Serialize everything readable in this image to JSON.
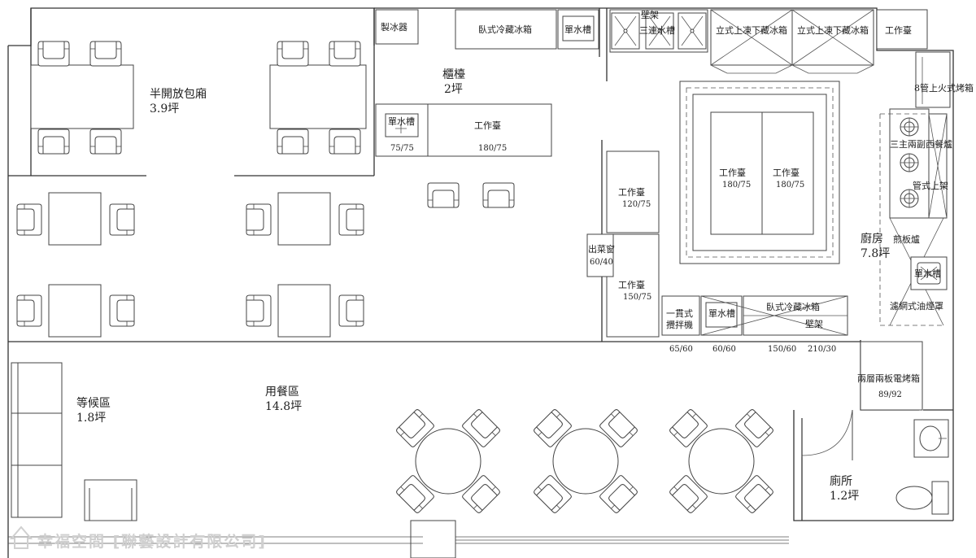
{
  "rooms": {
    "semi_private": {
      "name": "半開放包廂",
      "area": "3.9坪"
    },
    "counter": {
      "name": "櫃檯",
      "area": "2坪"
    },
    "waiting": {
      "name": "等候區",
      "area": "1.8坪"
    },
    "dining": {
      "name": "用餐區",
      "area": "14.8坪"
    },
    "kitchen": {
      "name": "廚房",
      "area": "7.8坪"
    },
    "restroom": {
      "name": "廁所",
      "area": "1.2坪"
    }
  },
  "equipment": {
    "ice_maker": "製冰器",
    "undercounter_fridge_top": "臥式冷藏冰箱",
    "single_sink_top": "單水槽",
    "shelf_top": "壁架",
    "triple_sink": "三連水槽",
    "upright_fridge_1": "立式上凍下藏冰箱",
    "upright_fridge_2": "立式上凍下藏冰箱",
    "worktable_corner": "工作臺",
    "salamander": "8管上火式烤箱",
    "range": "三主兩副西餐爐",
    "pipe_shelf": "管式上架",
    "griddle": "煎板爐",
    "kitchen_sink": "單水槽",
    "hood": "濾網式油煙罩",
    "counter_sink": "單水槽",
    "counter_sink_dim": "75/75",
    "counter_table": "工作臺",
    "counter_table_dim": "180/75",
    "island_table_1": "工作臺",
    "island_table_1_dim": "180/75",
    "island_table_2": "工作臺",
    "island_table_2_dim": "180/75",
    "side_table_1": "工作臺",
    "side_table_1_dim": "120/75",
    "pass_window": "出菜窗",
    "pass_window_dim": "60/40",
    "side_table_2": "工作臺",
    "side_table_2_dim": "150/75",
    "mixer_line1": "一貫式",
    "mixer_line2": "攪拌機",
    "bottom_sink": "單水槽",
    "bottom_fridge": "臥式冷藏冰箱",
    "bottom_shelf": "壁架",
    "dim_mixer": "65/60",
    "dim_sink": "60/60",
    "dim_fridge": "150/60",
    "dim_shelf": "210/30",
    "oven": "兩層兩板電烤箱",
    "oven_dim": "89/92"
  },
  "watermark": "幸福空間 [聯藝設計有限公司]"
}
